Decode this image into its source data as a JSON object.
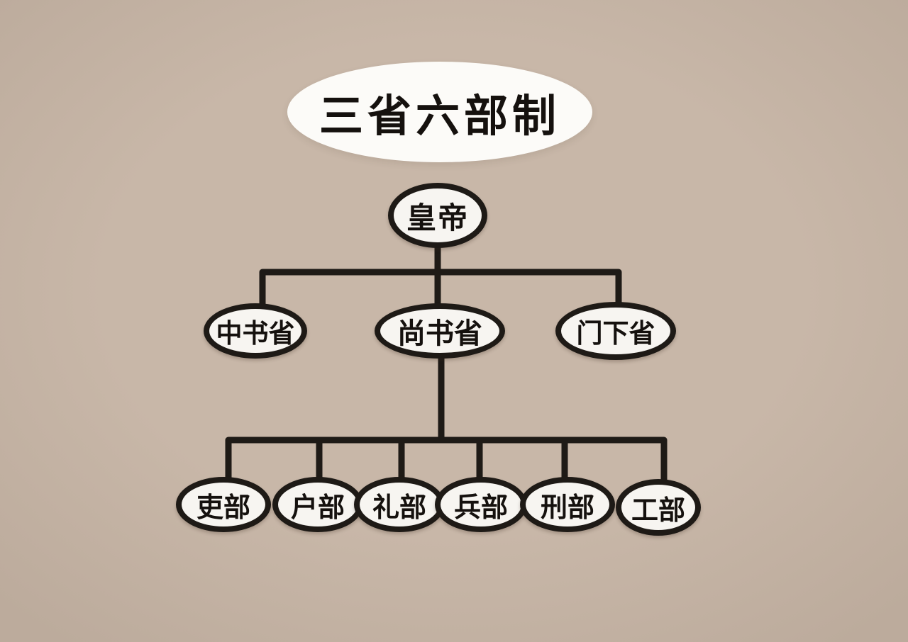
{
  "diagram": {
    "title": "三省六部制",
    "root": {
      "label": "皇帝"
    },
    "departments": [
      {
        "label": "中书省"
      },
      {
        "label": "尚书省"
      },
      {
        "label": "门下省"
      }
    ],
    "ministries_parent": "尚书省",
    "ministries": [
      {
        "label": "吏部"
      },
      {
        "label": "户部"
      },
      {
        "label": "礼部"
      },
      {
        "label": "兵部"
      },
      {
        "label": "刑部"
      },
      {
        "label": "工部"
      }
    ]
  },
  "colors": {
    "bg": "#c8b7a8",
    "bg_edge": "#bcab9c",
    "fill": "#f7f5f1",
    "title_fill": "#fcfbf8",
    "line": "#1e1a16",
    "text": "#15110e"
  }
}
